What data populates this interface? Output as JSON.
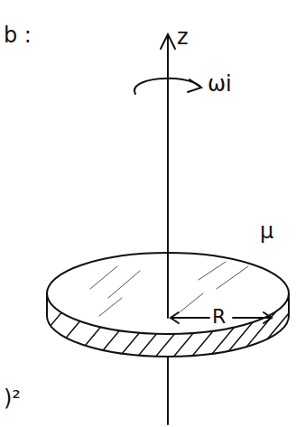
{
  "diagram": {
    "labels": [
      "b :",
      "z",
      "ωi",
      "μ",
      "R",
      ")²"
    ]
  }
}
